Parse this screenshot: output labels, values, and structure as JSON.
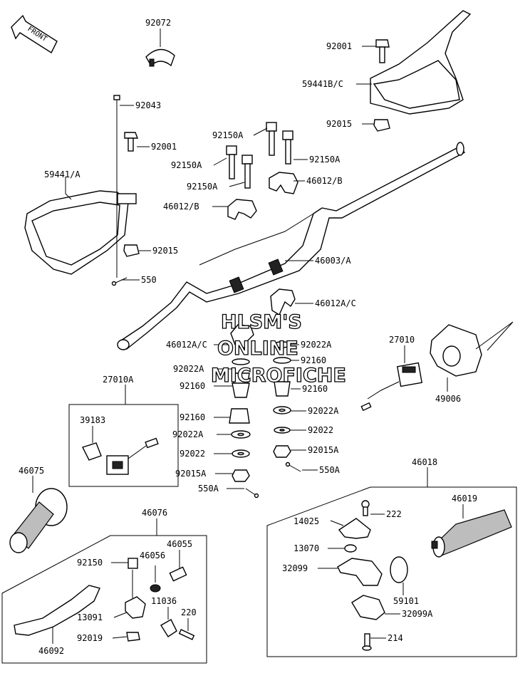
{
  "front_label": "FRONT",
  "watermark": [
    "HLSM'S",
    "ONLINE",
    "MICROFICHE"
  ],
  "part_labels": {
    "p92072": "92072",
    "p92001_right": "92001",
    "p59441bc": "59441B/C",
    "p92015_right": "92015",
    "p92043": "92043",
    "p92001_left": "92001",
    "p59441a": "59441/A",
    "p92015_left": "92015",
    "p550_left": "550",
    "p92150a_1": "92150A",
    "p92150a_2": "92150A",
    "p92150a_3": "92150A",
    "p92150a_4": "92150A",
    "p46012b_right": "46012/B",
    "p46012b_left": "46012/B",
    "p46003a": "46003/A",
    "p46012ac_right": "46012A/C",
    "p46012ac_left": "46012A/C",
    "p92022a_1": "92022A",
    "p92160_1": "92160",
    "p92022a_2": "92022A",
    "p92160_2": "92160",
    "p92160_3": "92160",
    "p92022a_3": "92022A",
    "p92022_right": "92022",
    "p92015a_right": "92015A",
    "p550a_right": "550A",
    "p92160_left": "92160",
    "p92022a_left": "92022A",
    "p92022_left": "92022",
    "p92015a_left": "92015A",
    "p550a_left": "550A",
    "p27010": "27010",
    "p49006": "49006",
    "p27010a": "27010A",
    "p39183": "39183",
    "p46075": "46075",
    "p46076": "46076",
    "p46055": "46055",
    "p46056": "46056",
    "p92150": "92150",
    "p11036": "11036",
    "p220": "220",
    "p13091": "13091",
    "p92019": "92019",
    "p46092": "46092",
    "p46018": "46018",
    "p14025": "14025",
    "p222": "222",
    "p46019": "46019",
    "p13070": "13070",
    "p32099": "32099",
    "p59101": "59101",
    "p32099a": "32099A",
    "p214": "214"
  }
}
